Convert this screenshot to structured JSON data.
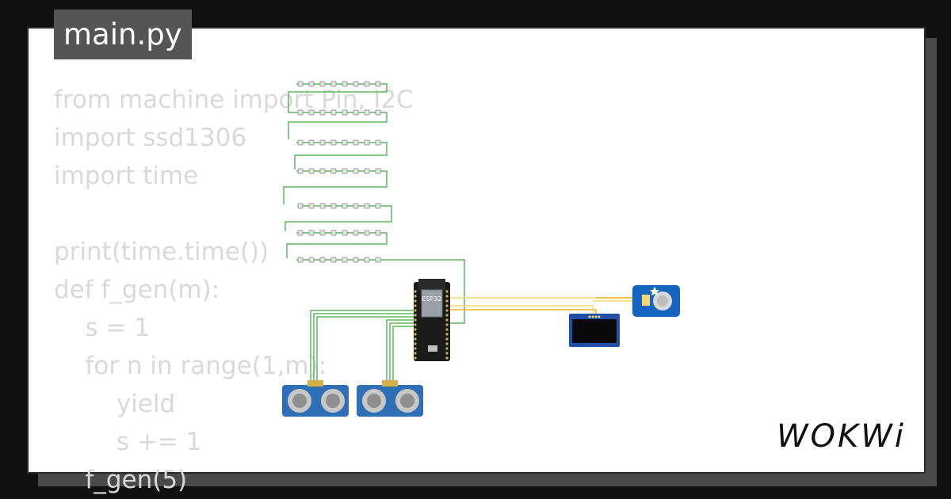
{
  "tab": {
    "filename": "main.py"
  },
  "code_lines": [
    "from machine import Pin, I2C",
    "import ssd1306",
    "import time",
    "",
    "",
    "print(time.time())",
    "def f_gen(m):",
    "    s = 1",
    "    for n in range(1,m):",
    "        yield",
    "        s += 1",
    "    f_gen(5)"
  ],
  "board": {
    "label": "ESP32"
  },
  "brand": {
    "logo_text": "WOKWi"
  },
  "colors": {
    "wire_green": "#5cb85c",
    "wire_yellow": "#f5d76e",
    "wire_orange": "#f0b429",
    "sensor_blue": "#2f6fb5",
    "oled_blue": "#1f4fa8",
    "rtc_blue": "#1565c0"
  },
  "icons": {
    "neopixel": "led-pixel-icon",
    "sensor": "ultrasonic-sensor-icon",
    "display": "oled-display-icon",
    "rtc": "rtc-module-icon"
  }
}
